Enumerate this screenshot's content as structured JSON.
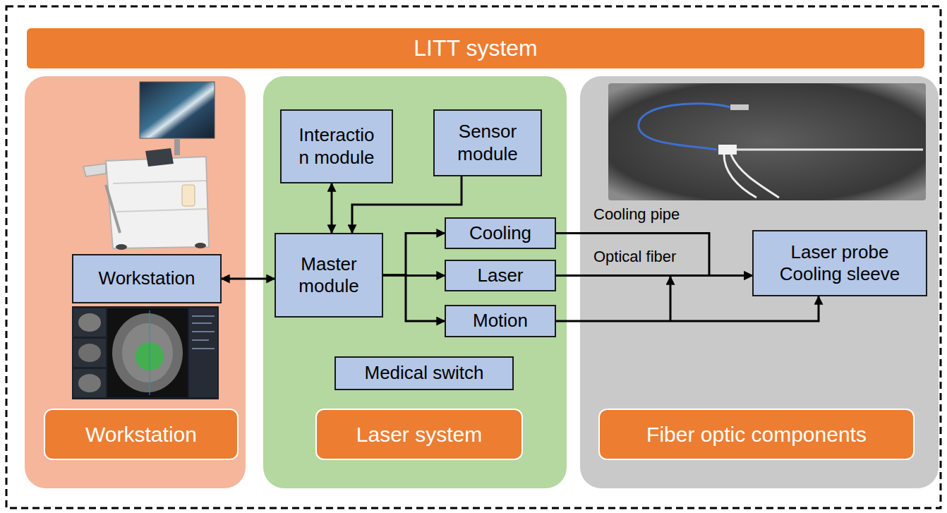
{
  "diagram": {
    "title": "LITT system",
    "nodes": [
      {
        "text": [
          "Workstation"
        ]
      },
      {
        "text": [
          "Workstation"
        ],
        "in": 0
      },
      {
        "text": [
          "Laser system"
        ]
      },
      {
        "text": [
          "Interactio n module"
        ],
        "in": 2
      },
      {
        "text": [
          "Sensor module"
        ],
        "in": 2
      },
      {
        "text": [
          "Master module"
        ],
        "in": 2
      },
      {
        "text": [
          "Cooling"
        ],
        "in": 2
      },
      {
        "text": [
          "Laser"
        ],
        "in": 2
      },
      {
        "text": [
          "Motion"
        ],
        "in": 2
      },
      {
        "text": [
          "Medical switch"
        ],
        "in": 2
      },
      {
        "text": [
          "Fiber optic components"
        ]
      },
      {
        "text": [
          "Laser probe Cooling sleeve"
        ],
        "in": 10
      }
    ],
    "edges": [
      {
        "from": 1,
        "to": 5,
        "arrow": "both"
      },
      {
        "from": 3,
        "to": 5,
        "arrow": "both"
      },
      {
        "from": 4,
        "to": 5,
        "arrow": "to"
      },
      {
        "from": 5,
        "to": 6,
        "arrow": "to"
      },
      {
        "from": 5,
        "to": 7,
        "arrow": "to"
      },
      {
        "from": 5,
        "to": 8,
        "arrow": "to"
      },
      {
        "from": 6,
        "to": 11,
        "arrow": "to",
        "label": "Cooling pipe"
      },
      {
        "from": 7,
        "to": 11,
        "arrow": "to",
        "label": "Optical fiber"
      },
      {
        "from": 8,
        "to": 11,
        "arrow": "to"
      }
    ]
  }
}
